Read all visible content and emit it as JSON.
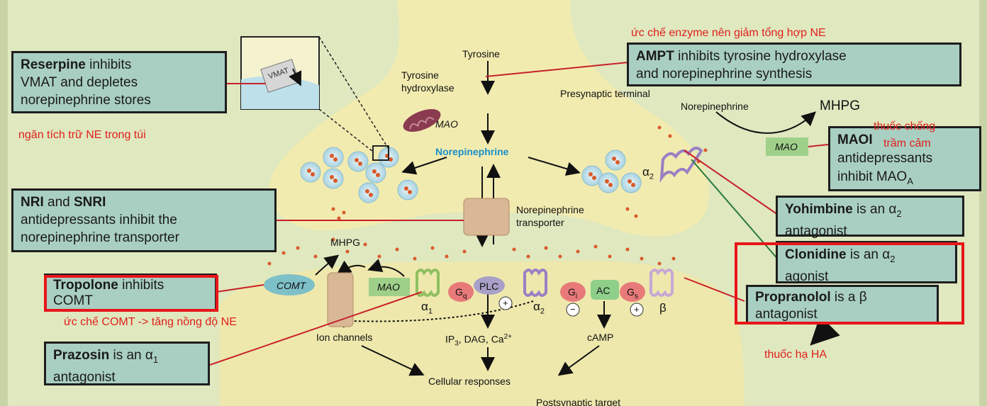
{
  "boxes": {
    "reserpine": {
      "bold": "Reserpine",
      "rest1": " inhibits",
      "line2": "VMAT and depletes",
      "line3": "norepinephrine stores"
    },
    "ampt": {
      "bold": "AMPT",
      "rest1": " inhibits tyrosine hydroxylase",
      "line2": "and norepinephrine synthesis"
    },
    "maoi": {
      "bold": "MAOI",
      "line2": "antidepressants",
      "line3": "inhibit MAO",
      "line3_sub": "A"
    },
    "nri": {
      "bold1": "NRI",
      "mid": " and ",
      "bold2": "SNRI",
      "line2": "antidepressants inhibit the",
      "line3": "norepinephrine transporter"
    },
    "yohimbine": {
      "bold": "Yohimbine",
      "rest1": " is an α",
      "sub": "2",
      "line2": "antagonist"
    },
    "clonidine": {
      "bold": "Clonidine",
      "rest1": " is an α",
      "sub": "2",
      "line2": "agonist"
    },
    "tropolone": {
      "bold": "Tropolone",
      "rest1": " inhibits",
      "line2": "COMT"
    },
    "propranolol": {
      "bold": "Propranolol",
      "rest1": " is a β",
      "line2": "antagonist"
    },
    "prazosin": {
      "bold": "Prazosin",
      "rest1": " is an α",
      "sub": "1",
      "line2": "antagonist"
    }
  },
  "annotations": {
    "ampt_vn": "ức chế enzyme nên giảm tổng hợp NE",
    "reserpine_vn": "ngăn tích trữ NE trong túi",
    "maoi_vn1": "thuốc chống",
    "maoi_vn2": "trầm cảm",
    "tropolone_vn": "ức chế COMT -> tăng nồng độ NE",
    "propranolol_vn": "thuốc hạ HA"
  },
  "labels": {
    "tyrosine": "Tyrosine",
    "th1": "Tyrosine",
    "th2": "hydroxylase",
    "presynaptic": "Presynaptic terminal",
    "ne_top": "Norepinephrine",
    "mhpg_top": "MHPG",
    "mao_box": "MAO",
    "mao_mito": "MAO",
    "norepinephrine": "Norepinephrine",
    "alpha2_pre": "α",
    "alpha2_pre_sub": "2",
    "net1": "Norepinephrine",
    "net2": "transporter",
    "vmat": "VMAT",
    "mhpg_mid": "MHPG",
    "comt": "COMT",
    "mao_post": "MAO",
    "gq": "G",
    "gq_sub": "q",
    "plc": "PLC",
    "gi": "G",
    "gi_sub": "i",
    "ac": "AC",
    "gs": "G",
    "gs_sub": "s",
    "alpha1": "α",
    "alpha1_sub": "1",
    "alpha2_post": "α",
    "alpha2_post_sub": "2",
    "beta": "β",
    "plus1": "+",
    "minus": "−",
    "plus2": "+",
    "ion": "Ion channels",
    "ip3": "IP",
    "ip3_sub": "3",
    "ip3_rest": ", DAG, Ca",
    "ip3_sup": "2+",
    "camp": "cAMP",
    "cellular": "Cellular responses",
    "postsynaptic": "Postsynaptic target"
  },
  "colors": {
    "box_fill": "#a9cfc2",
    "highlight": "#e8161a",
    "background": "#dfe8bf",
    "neuron": "#f2ebb0",
    "accent_blue": "#1a8fc9"
  }
}
